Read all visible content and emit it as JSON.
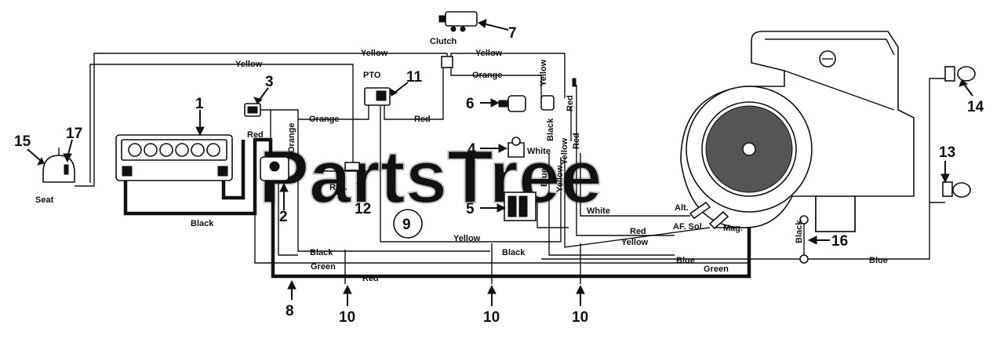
{
  "watermark": "PartsTree",
  "wire_labels": {
    "yellow_top_left": "Yellow",
    "yellow_top_mid": "Yellow",
    "yellow_top_right": "Yellow",
    "yellow_vertical": "Yellow",
    "orange_left": "Orange",
    "orange_vertical": "Orange",
    "orange_right": "Orange",
    "red_battery": "Red",
    "red_pto": "Red",
    "red_vertical_top": "Red",
    "red_vertical_mid": "Red",
    "red_lower": "Red",
    "red_bottom": "Red",
    "black_battery": "Black",
    "black_bottom_left": "Black",
    "black_bottom_mid": "Black",
    "black_vertical": "Black",
    "black_16": "Black",
    "white_4": "White",
    "white_lower": "White",
    "blue_vertical": "Blue",
    "blue_lower": "Blue",
    "blue_right": "Blue",
    "yellow_v2": "Yellow",
    "yellow_v3": "Yellow",
    "yellow_bottom": "Yellow",
    "yellow_lower_right": "Yellow",
    "green_left": "Green",
    "green_right": "Green"
  },
  "component_labels": {
    "clutch": "Clutch",
    "pto": "PTO",
    "seat": "Seat",
    "rev": "Rev.",
    "alt": "Alt.",
    "af_sol": "AF. Sol.",
    "mag": "Mag."
  },
  "callouts": {
    "c1": "1",
    "c2": "2",
    "c3": "3",
    "c4": "4",
    "c5": "5",
    "c6": "6",
    "c7": "7",
    "c8": "8",
    "c9": "9",
    "c10a": "10",
    "c10b": "10",
    "c10c": "10",
    "c11": "11",
    "c12": "12",
    "c13": "13",
    "c14": "14",
    "c15": "15",
    "c16": "16",
    "c17": "17"
  }
}
